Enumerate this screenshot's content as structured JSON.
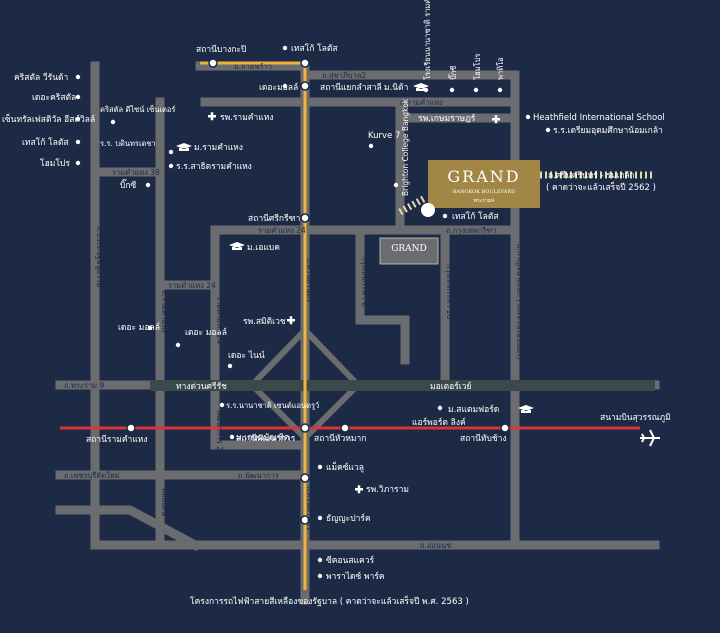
{
  "colors": {
    "background": "#1d2a45",
    "road": "#6b6c70",
    "yellow_line": "#f1b53a",
    "red_line": "#d8343a",
    "gold_logo": "#a18646"
  },
  "logo": {
    "main": "GRAND",
    "sub": "BANGKOK BOULEVARD",
    "sub2": "พระราม9",
    "small_main": "GRAND"
  },
  "labels": {
    "station_bangkapi": "สถานีบางกะปิ",
    "tesco_top": "เทสโก้ โลตัส",
    "lat_phrao": "ถ.ลาดพร้าว",
    "sukhaphiban2": "ถ.สุขาภิบาล2",
    "the_mall_top": "เดอะมอลล์",
    "station_yaek": "สถานีแยกลำสาลี",
    "mahidol_top": "ม.นิด้า",
    "school_ramkhamhaeng": "โรงเรียนนานาชาติ รามคำแหง",
    "big_c": "บิ๊กซี",
    "home_pro": "โฮมโปร",
    "wat_thep": "พาทิโอ",
    "ramkhamhaeng_rd": "ถ.รามคำแหง",
    "heathfield": "Heathfield International School",
    "hosp_ramkhamhaeng": "รพ.รามคำแหง",
    "hosp_kaset": "รพ.เกษมราษฎร์",
    "triam": "ร.ร.เตรียมอุดมศึกษาน้อมเกล้า",
    "crystal_wn": "คริสตัล วีรันด้า",
    "the_crystal": "เดอะคริสตัล",
    "central_east": "เซ็นทรัลเฟสติวัล อีสต์วิลล์",
    "tesco_left": "เทสโก้ โลตัส",
    "home_pro_left": "โฮมโปร",
    "crystal_design": "คริสตัล ดีไซน์ เซ็นเตอร์",
    "rr_bodin": "ร.ร. บดินทรเดชา",
    "mor_ramkhamhaeng": "ม.รามคำแหง",
    "rr_sarit": "ร.ร.สาธิตรามคำแหง",
    "kurve7": "Kurve 7",
    "brighton": "Brighton College Bangkok",
    "ramkhamhaeng39": "รามคำแหง 39",
    "big_c_left": "บิ๊กซี",
    "station_srikritha": "สถานีศรีกรีฑา",
    "ramkhamhaeng24": "รามคำแหง 24",
    "tesco_right": "เทสโก้ โลตัส",
    "krungthep_kritha": "ถ.กรุงเทพกรีฑา",
    "srinagarindra_rd": "ถ.ศรีนครินทร์ - ร่มเกล้า",
    "srinagarindra_note": "( คาดว่าจะแล้วเสร็จปี 2562 )",
    "abac": "ม.เอแบค",
    "ramkhamhaeng24_b": "รามคำแหง 24",
    "samitivej": "รพ.สมิติเวช",
    "the_mall_l": "เดอะ มอลล์",
    "the_mall_2": "เดอะ มอลล์",
    "the_nine": "เดอะ ไนน์",
    "rama9": "ถ.พระราม 9",
    "motorway_kr": "ทางด่วนศรีรัช",
    "motorway": "มอเตอร์เวย์",
    "inter_school": "ร.ร.นานาชาติ เซนต์แอนดรูว์",
    "stamford": "ม.สแตมฟอร์ด",
    "airport_link": "แอร์พอร์ต ลิงค์",
    "suvarnabhumi": "สนามบินสุวรรณภูมิ",
    "st_ramkhamhaeng": "สถานีรามคำแหง",
    "st_phatthanakan": "สถานีพัฒนาการ",
    "st_huamak": "สถานีหัวหมาก",
    "st_thapchang": "สถานีทับช้าง",
    "kasembundit": "ม.เกษมบัณฑิต",
    "phatthanakan_rd": "ถ.พัฒนาการ",
    "phetchaburi": "ถ.เพชรบุรีตัดใหม่",
    "makro": "แม็คซ์แวลู",
    "vibharam": "รพ.วิภาราม",
    "sukhumvit": "ถ.สุขุมวิท",
    "thanya_park": "ธัญญะปาร์ค",
    "on_nut": "ถ.อ่อนนุช",
    "seacon": "ซีคอนสแควร์",
    "paradise": "พาราไดซ์ พาร์ค",
    "yellow_line_note": "โครงการรถไฟฟ้าสายสีเหลืองของรัฐบาล ( คาดว่าจะแล้วเสร็จปี พ.ศ. 2563 )",
    "pradit_manutham": "ถ.ประดิษฐ์มนูธรรม",
    "ramkhamhaeng_soi": "ถ.รามคำแหง",
    "srinagarindra_v": "ถ.ศรีนครินทร์",
    "srinagarindra_v2": "ถ.ศรีนครินทร์",
    "krungthep_kritha8": "กรุงเทพกรีฑา 8",
    "krungthep_kritha20": "กรุงเทพกรีฑา 20",
    "kanchanaphisek": "ถ.กาญจนาภิเษก (วงแหวนรอบนอก)",
    "phatthanakan25": "พัฒนาการ 25",
    "klong_tan": "คลองตัน",
    "kritha_rd2": "ศรีนครินทร์",
    "kritha_rd3": "ศรีนครินทร์",
    "motorway_sign1": "ศรีนครินทร์",
    "motorway_sign2": "ทางพิเศษ"
  }
}
